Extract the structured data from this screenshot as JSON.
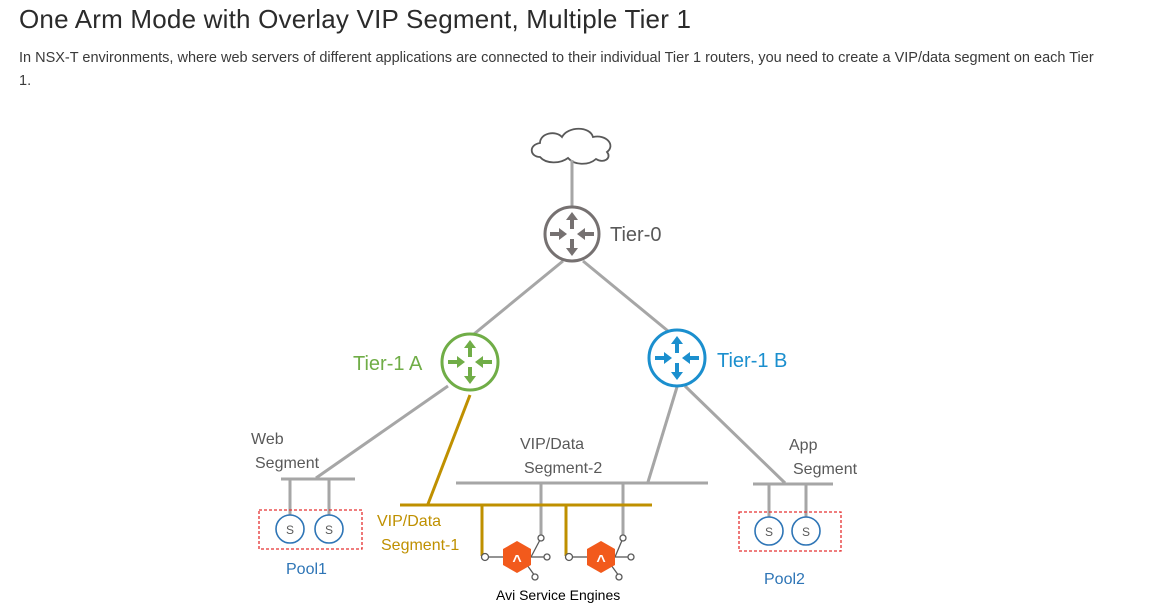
{
  "page": {
    "title": "One Arm Mode with Overlay VIP Segment, Multiple Tier 1",
    "intro": "In NSX-T environments, where web servers of different applications are connected to their individual Tier 1 routers, you need to create a VIP/data segment on each Tier 1."
  },
  "diagram": {
    "tier0_label": "Tier-0",
    "tier1a_label": "Tier-1 A",
    "tier1b_label": "Tier-1 B",
    "web_segment": [
      "Web",
      "Segment"
    ],
    "app_segment": [
      "App",
      "Segment"
    ],
    "vip_segment2": [
      "VIP/Data",
      "Segment-2"
    ],
    "vip_segment1": [
      "VIP/Data",
      "Segment-1"
    ],
    "server_glyph": "S",
    "pool1_label": "Pool1",
    "pool2_label": "Pool2",
    "service_engine_glyph": "^",
    "service_engines_label": "Avi Service Engines",
    "colors": {
      "gray": "#a6a6a6",
      "router_gray": "#767171",
      "tier1a_green": "#70ad47",
      "tier1b_blue": "#1b8fce",
      "vip1_gold": "#bf9000",
      "label_gray": "#595959",
      "pool_blue": "#2e75b6",
      "server_blue": "#2e75b6",
      "pool_box_red": "#e53030",
      "engine_orange": "#f25a1c"
    }
  }
}
